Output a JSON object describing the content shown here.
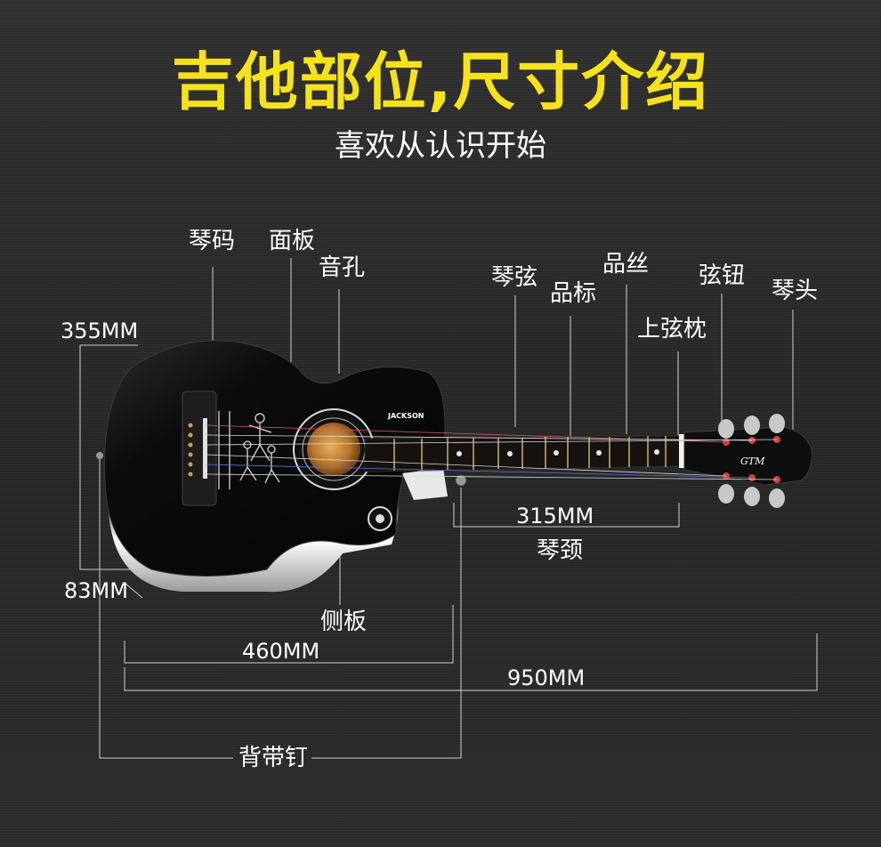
{
  "header": {
    "title": "吉他部位,尺寸介绍",
    "subtitle": "喜欢从认识开始"
  },
  "parts": {
    "bridge": "琴码",
    "top": "面板",
    "soundhole": "音孔",
    "strings": "琴弦",
    "fret_marker": "品标",
    "fret": "品丝",
    "nut": "上弦枕",
    "tuning_peg": "弦钮",
    "headstock": "琴头",
    "neck": "琴颈",
    "side": "侧板",
    "strap_pin": "背带钉"
  },
  "dimensions": {
    "body_width": "355MM",
    "body_depth": "83MM",
    "neck_length": "315MM",
    "body_length": "460MM",
    "total_length": "950MM"
  },
  "guitar": {
    "brand_text": "JACKSON",
    "head_logo": "GTM"
  },
  "colors": {
    "title": "#f6e21a",
    "body": "#0b0b0b",
    "soundhole": "#c98a3a",
    "fretboard": "#161210",
    "pegs": "#c8c8c8",
    "lines": "#cfcfcf"
  }
}
